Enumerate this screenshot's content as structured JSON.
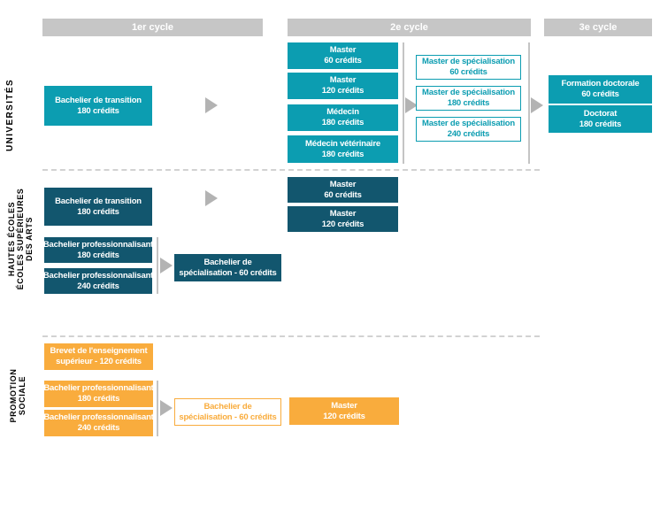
{
  "cycles": {
    "c1": "1er cycle",
    "c2": "2e cycle",
    "c3": "3e cycle"
  },
  "colors": {
    "universites_teal": "#0C9DB1",
    "hautes_ecoles_dark_teal": "#12566E",
    "promotion_sociale_orange": "#F9AC3D",
    "cycle_header_gray": "#C6C6C6",
    "arrow_gray": "#B3B3B3"
  },
  "universites": {
    "label": "UNIVERSITÉS",
    "bachelier_transition": {
      "line1": "Bachelier de transition",
      "line2": "180 crédits"
    },
    "deuxieme_cycle": [
      {
        "line1": "Master",
        "line2": "60 crédits"
      },
      {
        "line1": "Master",
        "line2": "120 crédits"
      },
      {
        "line1": "Médecin",
        "line2": "180 crédits"
      },
      {
        "line1": "Médecin vétérinaire",
        "line2": "180 crédits"
      }
    ],
    "masters_specialisation": [
      {
        "line1": "Master de spécialisation",
        "line2": "60 crédits"
      },
      {
        "line1": "Master de spécialisation",
        "line2": "180 crédits"
      },
      {
        "line1": "Master de spécialisation",
        "line2": "240 crédits"
      }
    ],
    "troisieme_cycle": [
      {
        "line1": "Formation doctorale",
        "line2": "60 crédits"
      },
      {
        "line1": "Doctorat",
        "line2": "180 crédits"
      }
    ]
  },
  "hautes_ecoles": {
    "label": [
      "HAUTES ÉCOLES",
      "ÉCOLES SUPÉRIEURES",
      "DES ARTS"
    ],
    "bachelier_transition": {
      "line1": "Bachelier de transition",
      "line2": "180 crédits"
    },
    "masters": [
      {
        "line1": "Master",
        "line2": "60 crédits"
      },
      {
        "line1": "Master",
        "line2": "120 crédits"
      }
    ],
    "bacheliers_professionnalisants": [
      {
        "line1": "Bachelier professionnalisant",
        "line2": "180 crédits"
      },
      {
        "line1": "Bachelier professionnalisant",
        "line2": "240 crédits"
      }
    ],
    "bachelier_specialisation": {
      "line1": "Bachelier de",
      "line2": "spécialisation - 60 crédits"
    }
  },
  "promotion_sociale": {
    "label": [
      "PROMOTION",
      "SOCIALE"
    ],
    "brevet": {
      "line1": "Brevet de l'enseignement",
      "line2": "supérieur - 120 crédits"
    },
    "bacheliers_professionnalisants": [
      {
        "line1": "Bachelier professionnalisant",
        "line2": "180 crédits"
      },
      {
        "line1": "Bachelier professionnalisant",
        "line2": "240 crédits"
      }
    ],
    "bachelier_specialisation": {
      "line1": "Bachelier de",
      "line2": "spécialisation - 60 crédits"
    },
    "master": {
      "line1": "Master",
      "line2": "120 crédits"
    }
  }
}
